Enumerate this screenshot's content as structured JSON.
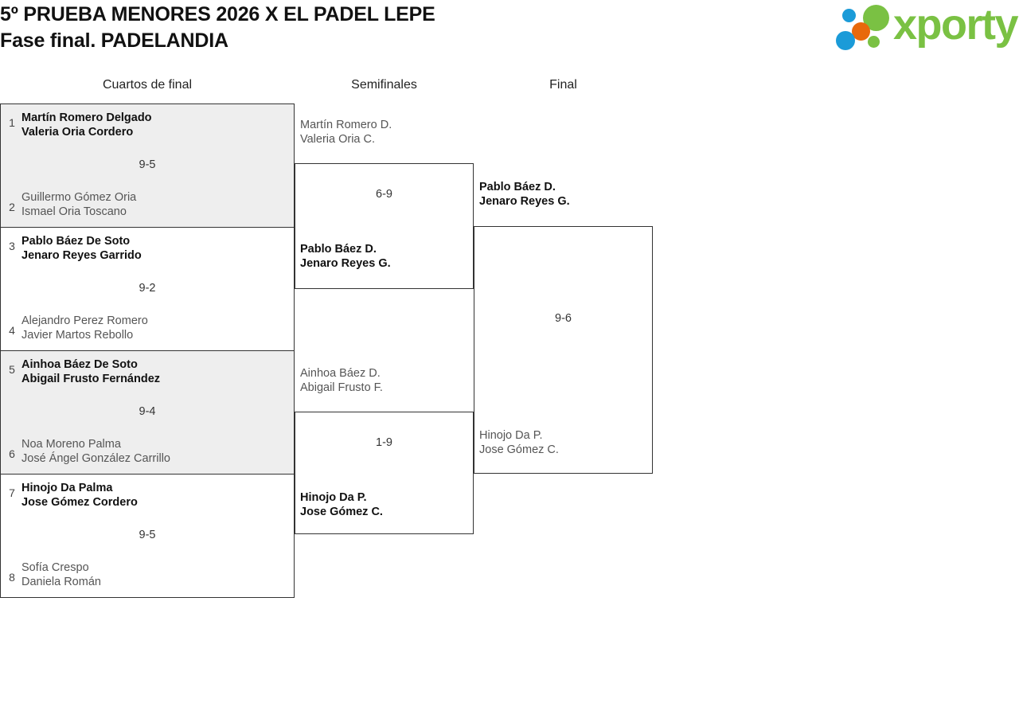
{
  "header": {
    "title_line1": "5º PRUEBA MENORES 2026 X EL PADEL LEPE",
    "title_line2": "Fase final. PADELANDIA",
    "logo_text": "xporty"
  },
  "rounds": [
    {
      "name": "Cuartos de final"
    },
    {
      "name": "Semifinales"
    },
    {
      "name": "Final"
    }
  ],
  "bracket": {
    "quarterfinals": [
      {
        "score": "9-5",
        "top": {
          "seed": "1",
          "player1": "Martín Romero Delgado",
          "player2": "Valeria Oria Cordero",
          "result": "winner"
        },
        "bottom": {
          "seed": "2",
          "player1": "Guillermo Gómez Oria",
          "player2": "Ismael Oria Toscano",
          "result": "loser"
        }
      },
      {
        "score": "9-2",
        "top": {
          "seed": "3",
          "player1": "Pablo Báez De Soto",
          "player2": "Jenaro Reyes Garrido",
          "result": "winner"
        },
        "bottom": {
          "seed": "4",
          "player1": "Alejandro Perez Romero",
          "player2": "Javier Martos Rebollo",
          "result": "loser"
        }
      },
      {
        "score": "9-4",
        "top": {
          "seed": "5",
          "player1": "Ainhoa Báez De Soto",
          "player2": "Abigail Frusto Fernández",
          "result": "winner"
        },
        "bottom": {
          "seed": "6",
          "player1": "Noa Moreno Palma",
          "player2": "José Ángel González Carrillo",
          "result": "loser"
        }
      },
      {
        "score": "9-5",
        "top": {
          "seed": "7",
          "player1": "Hinojo Da Palma",
          "player2": "Jose Gómez Cordero",
          "result": "winner"
        },
        "bottom": {
          "seed": "8",
          "player1": "Sofía Crespo",
          "player2": "Daniela Román",
          "result": "loser"
        }
      }
    ],
    "semifinals": [
      {
        "score": "6-9",
        "top": {
          "player1": "Martín Romero D.",
          "player2": "Valeria Oria C.",
          "result": "loser"
        },
        "bottom": {
          "player1": "Pablo Báez D.",
          "player2": "Jenaro Reyes G.",
          "result": "winner"
        }
      },
      {
        "score": "1-9",
        "top": {
          "player1": "Ainhoa Báez D.",
          "player2": "Abigail Frusto F.",
          "result": "loser"
        },
        "bottom": {
          "player1": "Hinojo Da P.",
          "player2": "Jose Gómez C.",
          "result": "winner"
        }
      }
    ],
    "final": {
      "score": "9-6",
      "top": {
        "player1": "Pablo Báez D.",
        "player2": "Jenaro Reyes G.",
        "result": "winner"
      },
      "bottom": {
        "player1": "Hinojo Da P.",
        "player2": "Jose Gómez C.",
        "result": "loser"
      }
    }
  },
  "colors": {
    "brand_green": "#7ac143",
    "brand_blue": "#1b9bd8",
    "brand_orange": "#e8690b",
    "shade_row": "#eeeeee",
    "border": "#333333"
  }
}
